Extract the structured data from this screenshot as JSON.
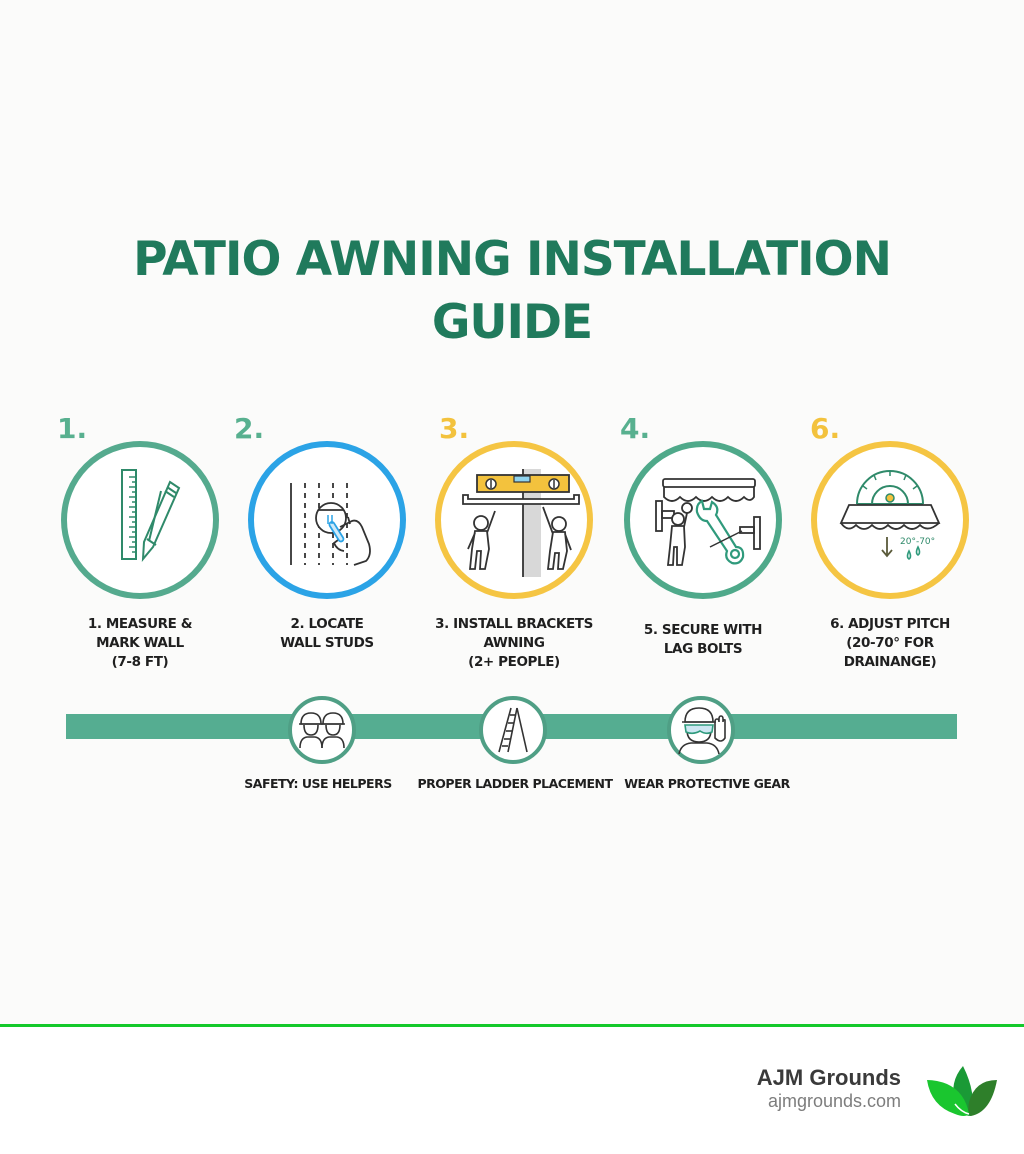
{
  "title": {
    "line1": "PATIO AWNING INSTALLATION",
    "line2": "GUIDE",
    "color": "#207a5c"
  },
  "steps": [
    {
      "number": "1.",
      "number_color": "#58b08f",
      "ring_color": "#55aa8e",
      "icon": "ruler-and-pencil-icon",
      "label_lines": [
        "1. MEASURE &",
        "MARK WALL",
        "(7-8 FT)"
      ]
    },
    {
      "number": "2.",
      "number_color": "#58b08f",
      "ring_color": "#2ba3e6",
      "icon": "stud-finder-icon",
      "label_lines": [
        "2. LOCATE",
        "WALL STUDS"
      ]
    },
    {
      "number": "3.",
      "number_color": "#f3c23d",
      "ring_color": "#f5c543",
      "icon": "two-people-level-bracket-icon",
      "label_lines": [
        "3. INSTALL BRACKETS",
        "AWNING",
        "(2+ PEOPLE)"
      ]
    },
    {
      "number": "4.",
      "number_color": "#58b08f",
      "ring_color": "#4fa98a",
      "icon": "wrench-lag-bolt-icon",
      "label_lines": [
        "5. SECURE WITH",
        "LAG BOLTS"
      ]
    },
    {
      "number": "6.",
      "number_color": "#f3c23d",
      "ring_color": "#f5c543",
      "icon": "awning-pitch-protractor-icon",
      "icon_text": "20°-70°",
      "label_lines": [
        "6. ADJUST PITCH",
        "(20-70° FOR",
        "DRAINANGE)"
      ]
    }
  ],
  "safety": {
    "band_color": "#55ad91",
    "items": [
      {
        "icon": "hard-hat-helpers-icon",
        "label": "SAFETY: USE HELPERS"
      },
      {
        "icon": "ladder-icon",
        "label": "PROPER LADDER PLACEMENT"
      },
      {
        "icon": "protective-gear-icon",
        "label": "WEAR PROTECTIVE GEAR"
      }
    ]
  },
  "footer": {
    "brand_name": "AJM Grounds",
    "brand_url": "ajmgrounds.com",
    "line_color": "#13c92b",
    "logo": "leaf-logo-icon"
  }
}
